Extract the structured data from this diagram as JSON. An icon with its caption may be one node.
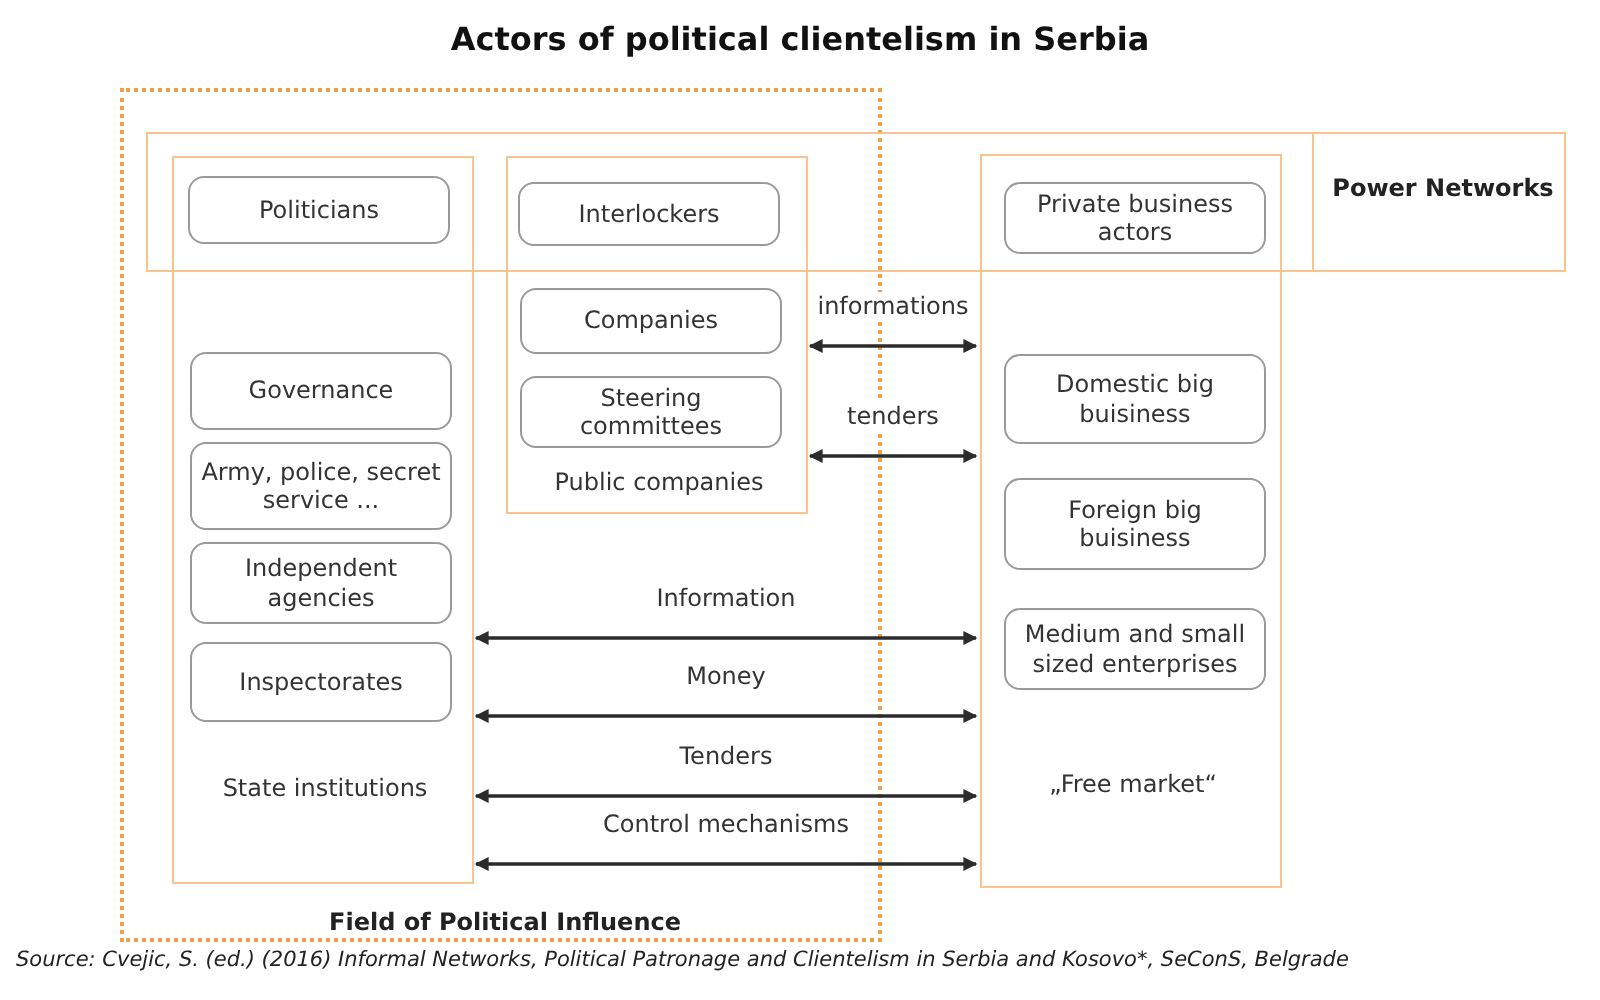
{
  "diagram": {
    "title": "Actors of political clientelism in Serbia",
    "caption": "Source: Cvejic, S. (ed.) (2016) Informal Networks, Political Patronage and Clientelism in Serbia and Kosovo*, SeConS, Belgrade",
    "nodes": [
      {
        "text": [
          "Field of Political Influence"
        ]
      },
      {
        "text": [
          "Power Networks"
        ]
      },
      {
        "text": [
          "State institutions"
        ],
        "in": 0
      },
      {
        "text": [
          "Politicians"
        ]
      },
      {
        "text": [
          "Governance"
        ],
        "in": 2
      },
      {
        "text": [
          "Army, police, secret service ..."
        ],
        "in": 2
      },
      {
        "text": [
          "Independent agencies"
        ],
        "in": 2
      },
      {
        "text": [
          "Inspectorates"
        ],
        "in": 2
      },
      {
        "text": [
          "Public companies"
        ],
        "in": 0
      },
      {
        "text": [
          "Interlockers"
        ]
      },
      {
        "text": [
          "Companies"
        ],
        "in": 8
      },
      {
        "text": [
          "Steering committees"
        ],
        "in": 8
      },
      {
        "text": [
          "„Free market“"
        ]
      },
      {
        "text": [
          "Private business actors"
        ]
      },
      {
        "text": [
          "Domestic big buisiness"
        ],
        "in": 12
      },
      {
        "text": [
          "Foreign big buisiness"
        ],
        "in": 12
      },
      {
        "text": [
          "Medium and small sized enterprises"
        ],
        "in": 12
      }
    ],
    "edges": [
      {
        "from": 8,
        "to": 12,
        "arrow": "both",
        "label": "informations"
      },
      {
        "from": 8,
        "to": 12,
        "arrow": "both",
        "label": "tenders"
      },
      {
        "from": 2,
        "to": 12,
        "arrow": "both",
        "label": "Information"
      },
      {
        "from": 2,
        "to": 12,
        "arrow": "both",
        "label": "Money"
      },
      {
        "from": 2,
        "to": 12,
        "arrow": "both",
        "label": "Tenders"
      },
      {
        "from": 2,
        "to": 12,
        "arrow": "both",
        "label": "Control mechanisms"
      }
    ]
  }
}
